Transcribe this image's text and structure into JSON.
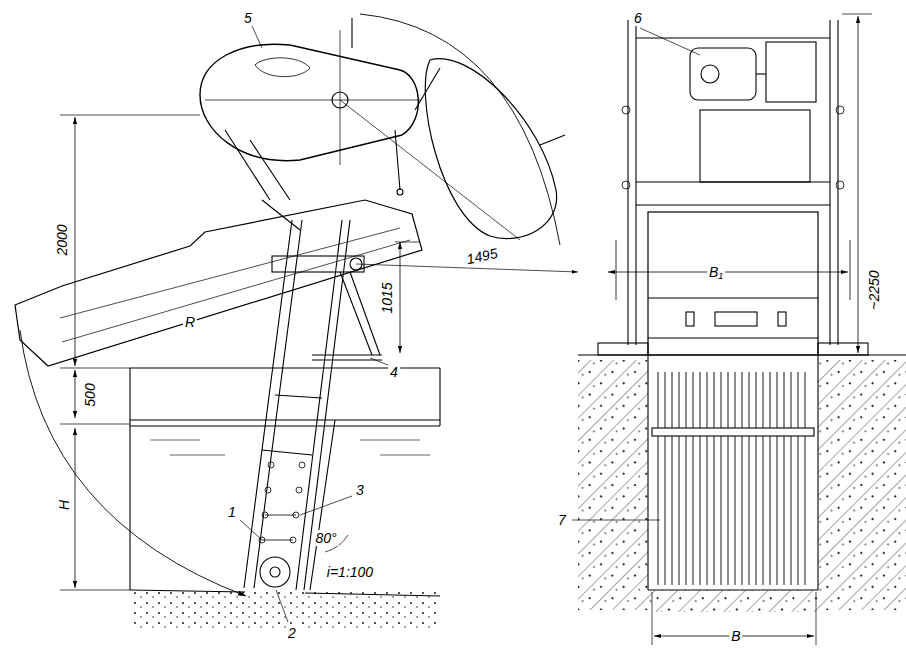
{
  "diagram": {
    "labels": [
      "5",
      "2000",
      "1495",
      "R",
      "1015",
      "500",
      "4",
      "H",
      "1",
      "3",
      "80°",
      "i=1:100",
      "2",
      "6",
      "~2250",
      "В₁",
      "7",
      "В"
    ]
  }
}
